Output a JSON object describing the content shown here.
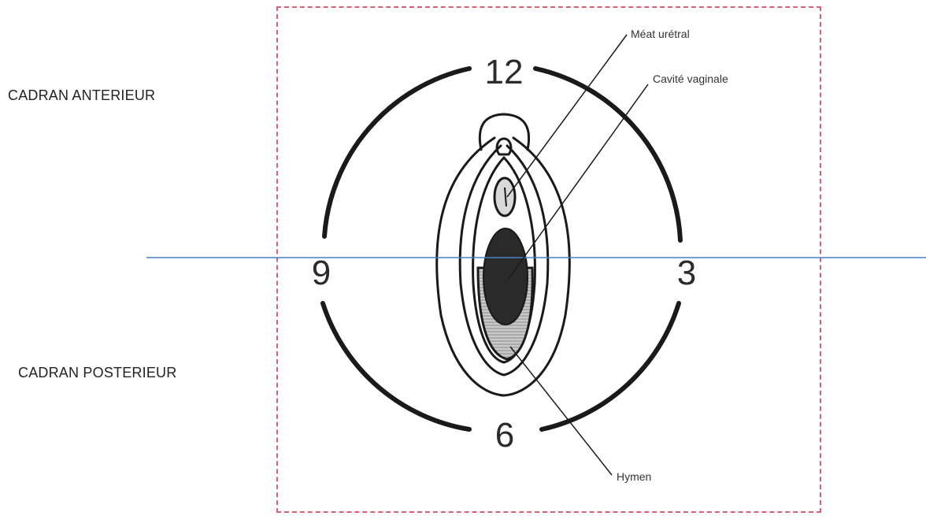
{
  "side_labels": {
    "anterior": "CADRAN ANTERIEUR",
    "posterior": "CADRAN POSTERIEUR"
  },
  "clock": {
    "top": "12",
    "right": "3",
    "bottom": "6",
    "left": "9"
  },
  "callouts": {
    "meat": "Méat urétral",
    "cavite": "Cavité vaginale",
    "hymen": "Hymen"
  },
  "colors": {
    "frame_border": "#d6607a",
    "divider_line": "#4a7fc1",
    "outline": "#1a1a1a",
    "cavity_fill": "#2a2a2a",
    "hymen_fill": "#b5b5b5"
  }
}
